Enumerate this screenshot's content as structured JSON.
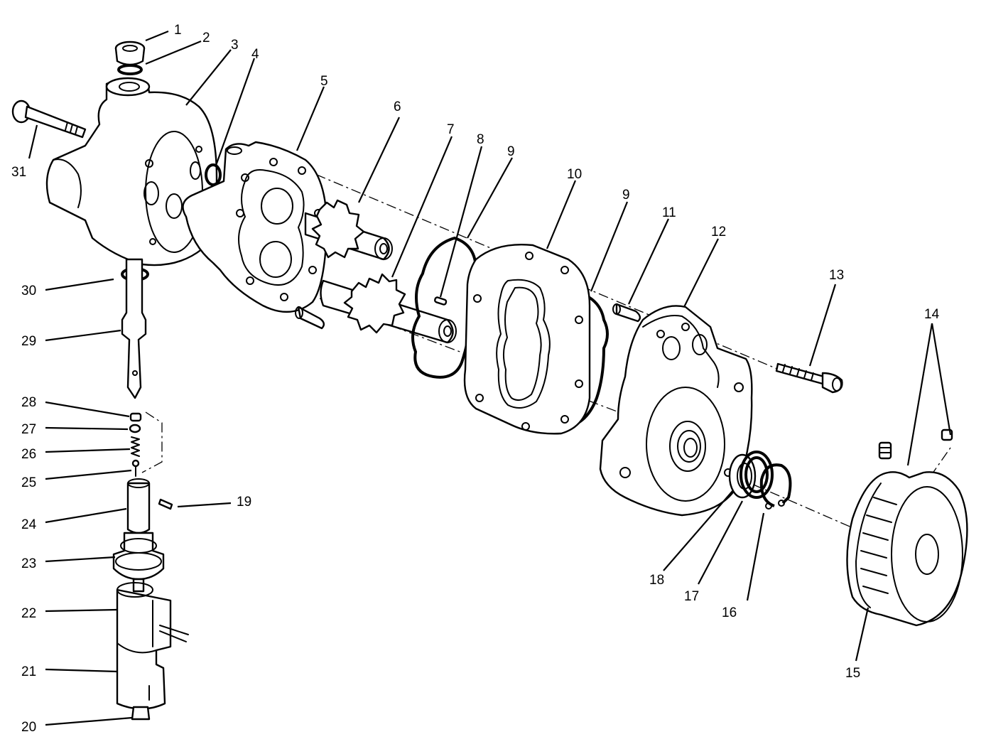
{
  "labels": {
    "n1": "1",
    "n2": "2",
    "n3": "3",
    "n4": "4",
    "n5": "5",
    "n6": "6",
    "n7": "7",
    "n8": "8",
    "n9a": "9",
    "n9b": "9",
    "n10": "10",
    "n11": "11",
    "n12": "12",
    "n13": "13",
    "n14": "14",
    "n15": "15",
    "n16": "16",
    "n17": "17",
    "n18": "18",
    "n19": "19",
    "n20": "20",
    "n21": "21",
    "n22": "22",
    "n23": "23",
    "n24": "24",
    "n25": "25",
    "n26": "26",
    "n27": "27",
    "n28": "28",
    "n29": "29",
    "n30": "30",
    "n31": "31"
  }
}
